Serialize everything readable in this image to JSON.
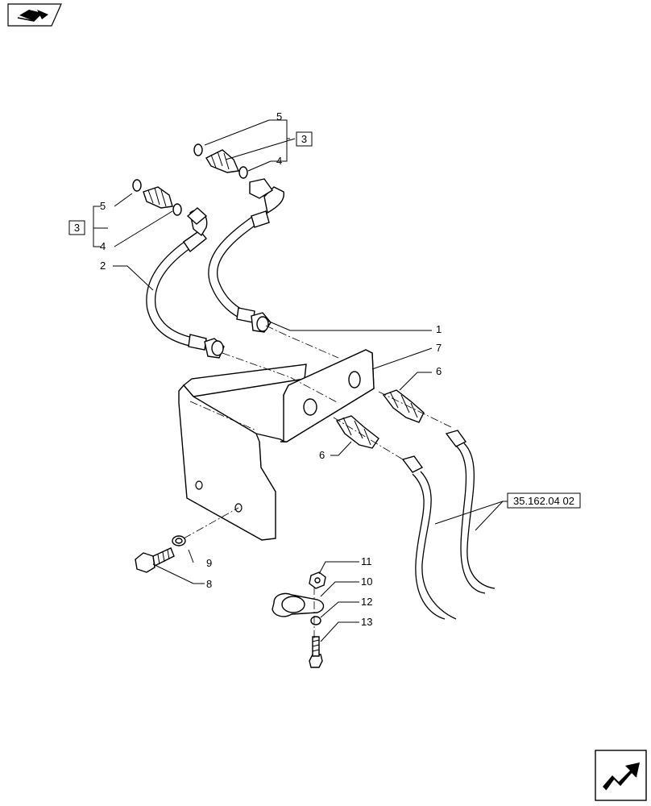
{
  "diagram": {
    "callouts": {
      "c1": "1",
      "c2": "2",
      "c3a": "3",
      "c3b": "3",
      "c4a": "4",
      "c4b": "4",
      "c5a": "5",
      "c5b": "5",
      "c6a": "6",
      "c6b": "6",
      "c7": "7",
      "c8": "8",
      "c9": "9",
      "c10": "10",
      "c11": "11",
      "c12": "12",
      "c13": "13"
    },
    "reference": "35.162.04 02",
    "icons": {
      "top_left": "book-arrow-icon",
      "bottom_right": "next-page-arrow-icon"
    }
  }
}
